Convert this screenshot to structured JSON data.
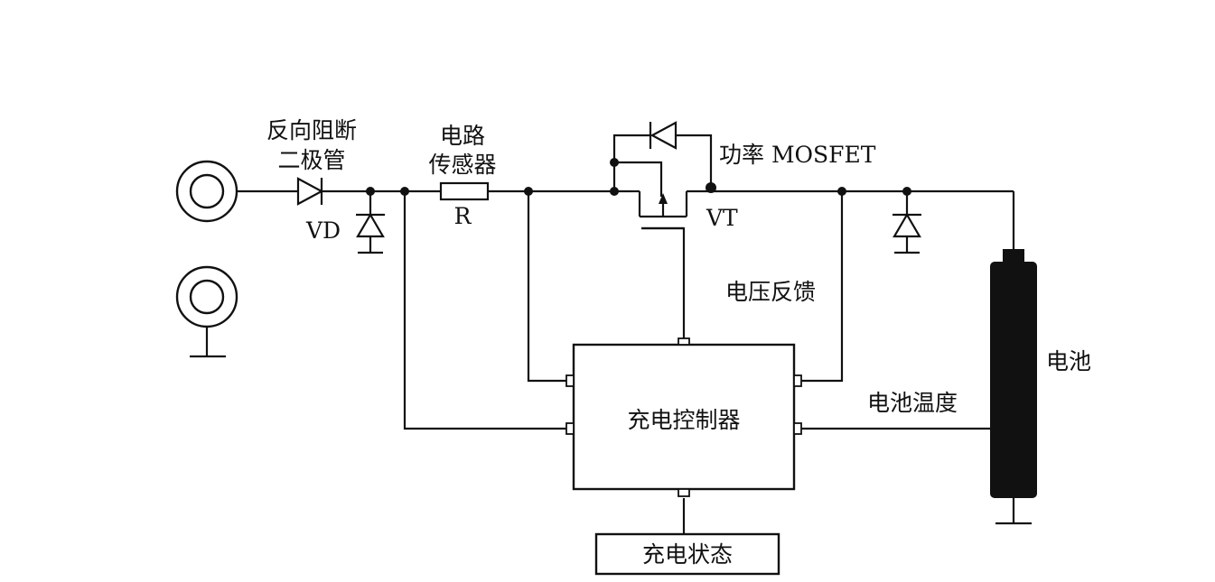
{
  "labels": {
    "blocking_diode_line1": "反向阻断",
    "blocking_diode_line2": "二极管",
    "vd": "VD",
    "sensor_line1": "电路",
    "sensor_line2": "传感器",
    "resistor": "R",
    "mosfet": "功率 MOSFET",
    "vt": "VT",
    "voltage_feedback": "电压反馈",
    "controller": "充电控制器",
    "battery": "电池",
    "battery_temp": "电池温度",
    "charge_status": "充电状态"
  },
  "colors": {
    "line": "#111111",
    "background": "#ffffff"
  }
}
